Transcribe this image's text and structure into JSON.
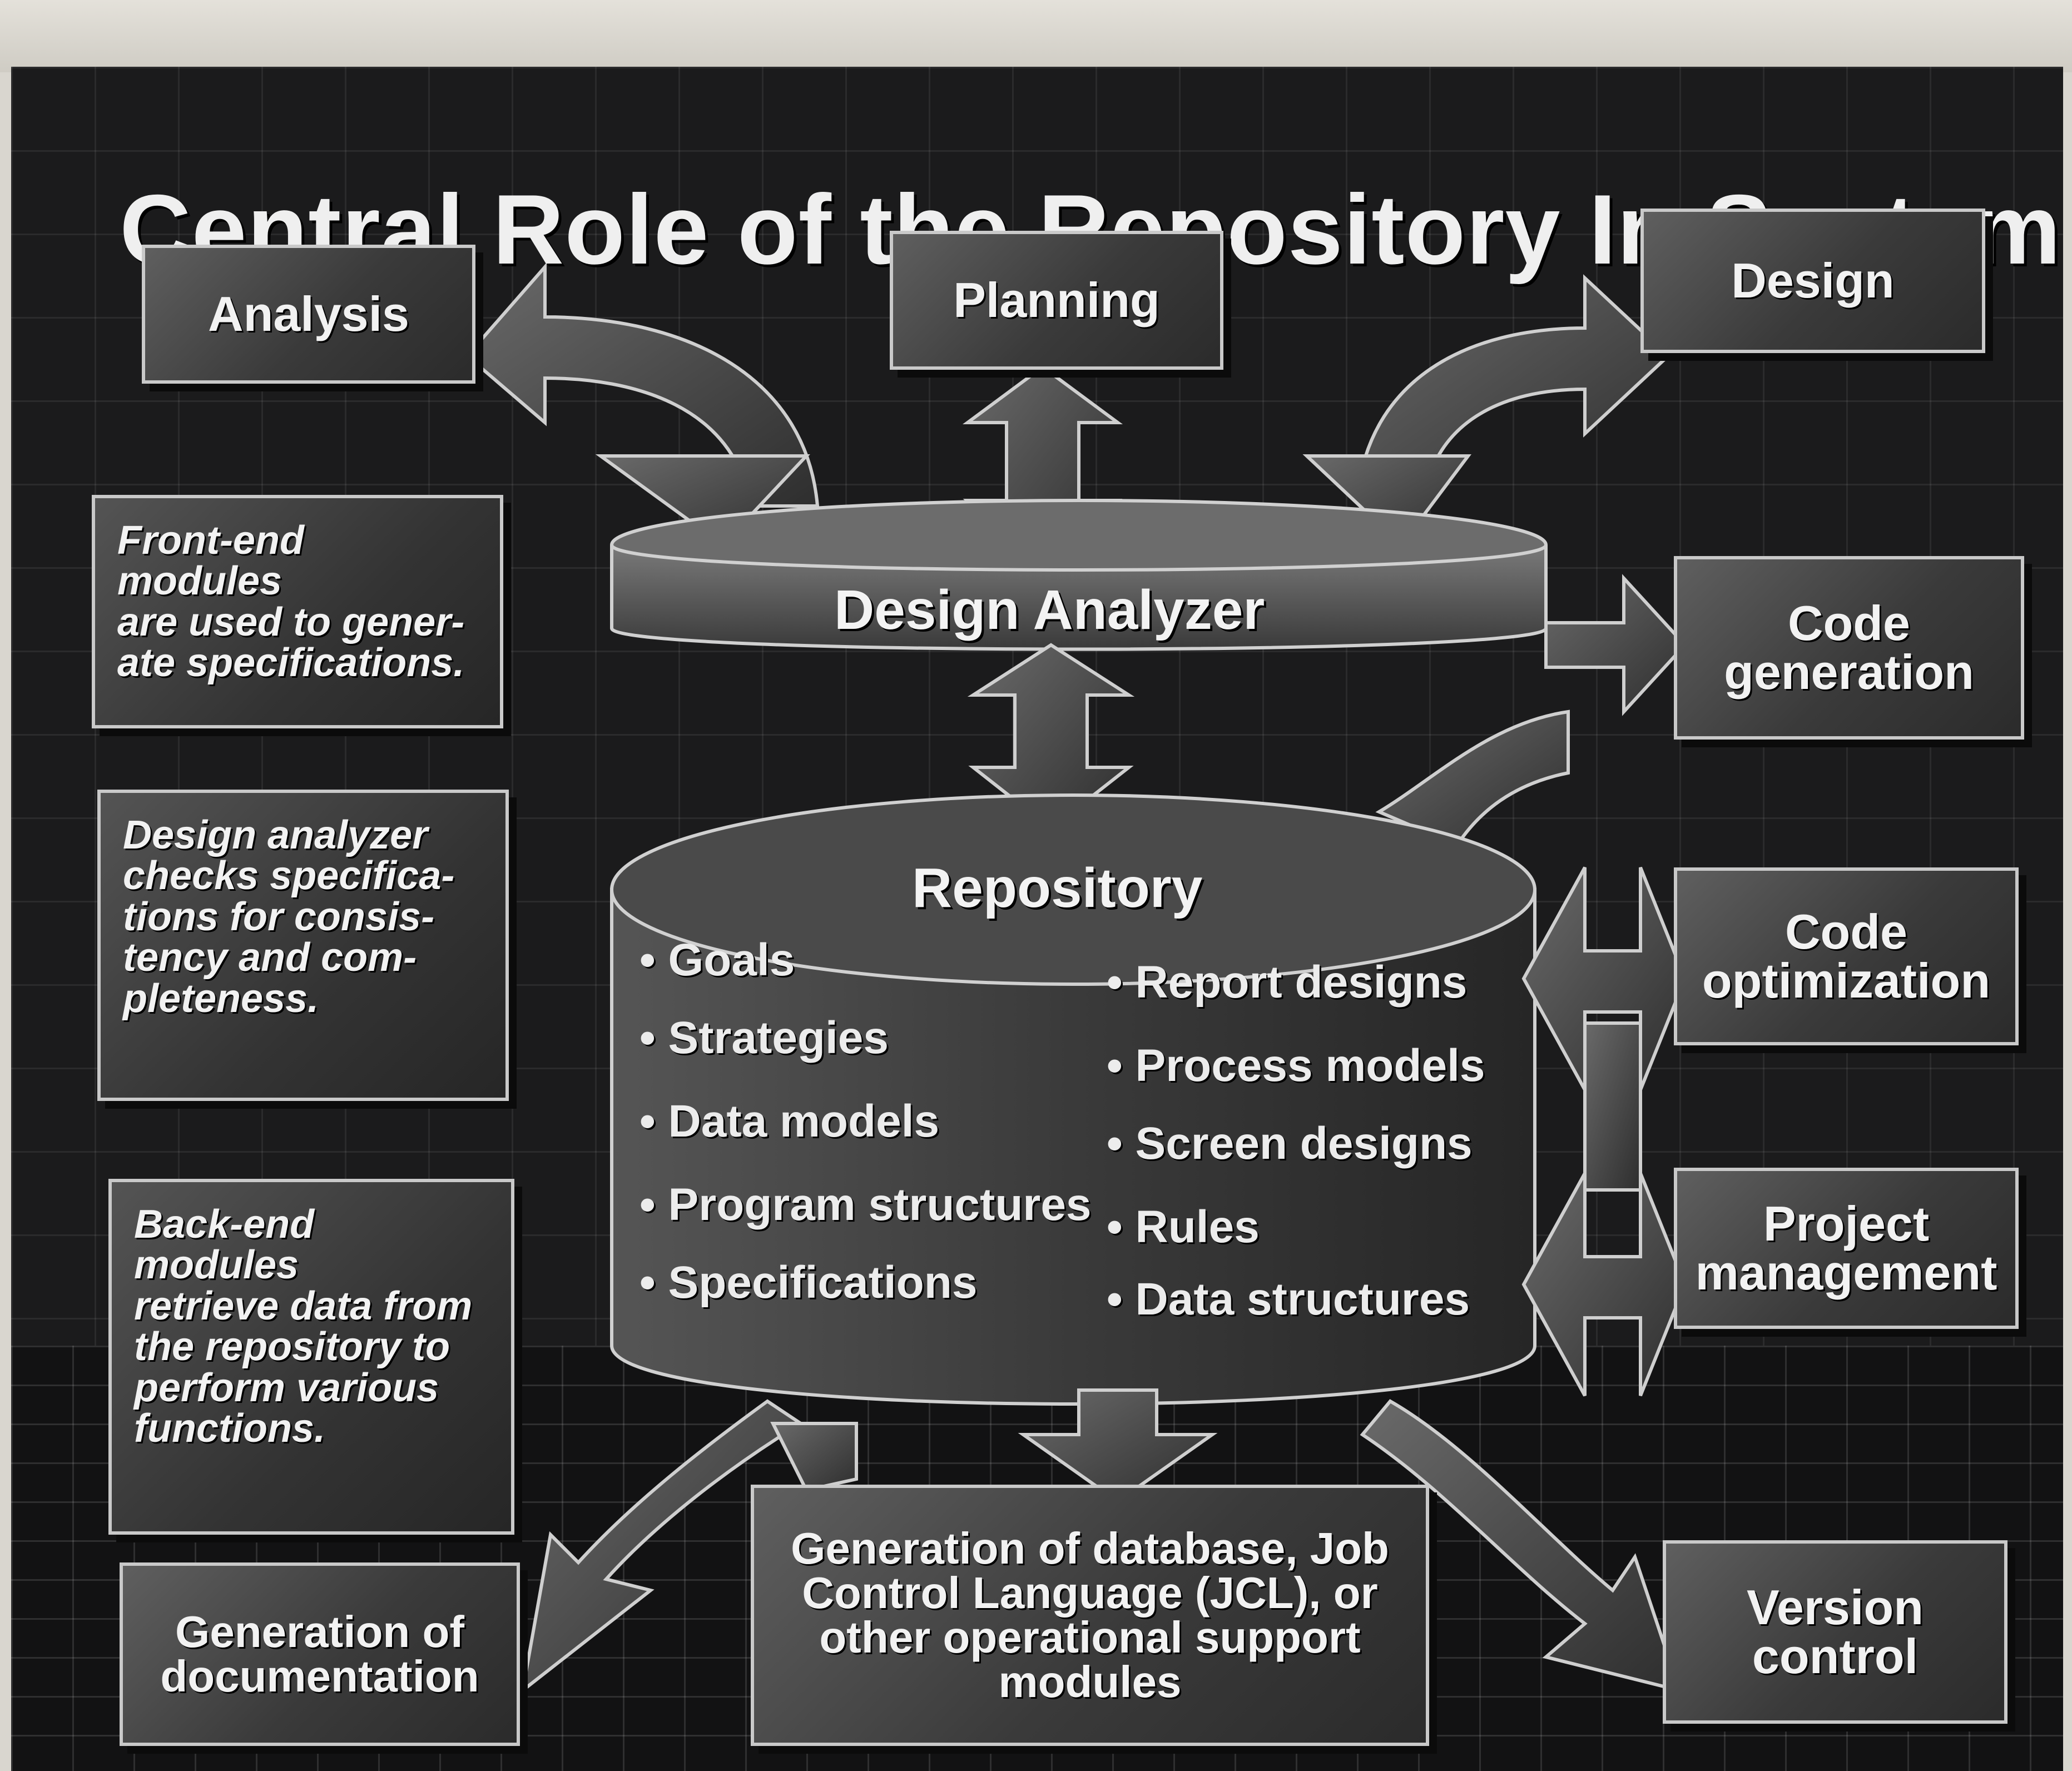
{
  "title": "Central Role of the Repository In System Design",
  "boxes": {
    "analysis": "Analysis",
    "planning": "Planning",
    "design": "Design",
    "code_generation": "Code\ngeneration",
    "code_optimization": "Code\noptimization",
    "project_management": "Project\nmanagement",
    "version_control": "Version\ncontrol",
    "generation_of_documentation": "Generation of\ndocumentation",
    "generation_of_database": "Generation of database, Job\nControl Language (JCL), or\nother operational support\nmodules"
  },
  "notes": {
    "front_end": "Front-end modules\nare used to gener-\nate specifications.",
    "design_analyzer": "Design analyzer\nchecks specifica-\ntions for consis-\ntency and com-\npleteness.",
    "back_end": "Back-end modules\nretrieve data from\nthe repository to\nperform various\nfunctions."
  },
  "design_analyzer": {
    "label": "Design Analyzer"
  },
  "repository": {
    "label": "Repository",
    "items_left": [
      "Goals",
      "Strategies",
      "Data models",
      "Program structures",
      "Specifications"
    ],
    "items_right": [
      "Report designs",
      "Process models",
      "Screen designs",
      "Rules",
      "Data structures"
    ]
  }
}
